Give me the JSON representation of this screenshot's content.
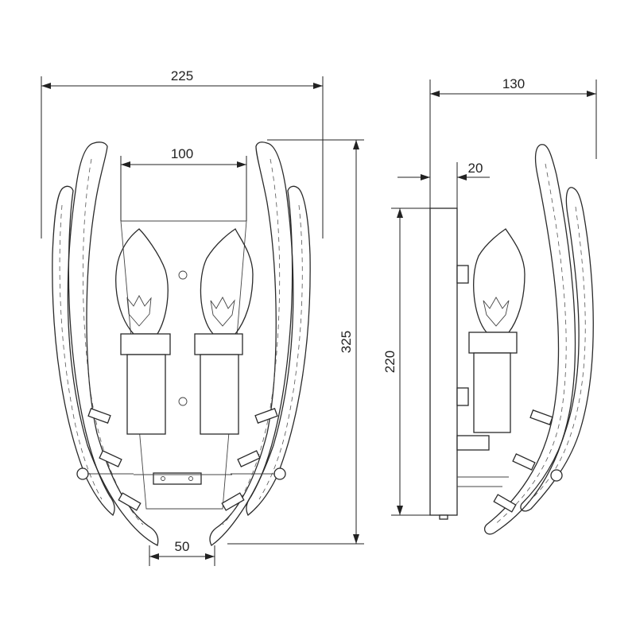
{
  "dimensions": {
    "overall_width": "225",
    "bulb_spacing": "100",
    "bottom_gap": "50",
    "height": "325",
    "depth": "130",
    "plate_thickness": "20",
    "plate_height": "220"
  }
}
